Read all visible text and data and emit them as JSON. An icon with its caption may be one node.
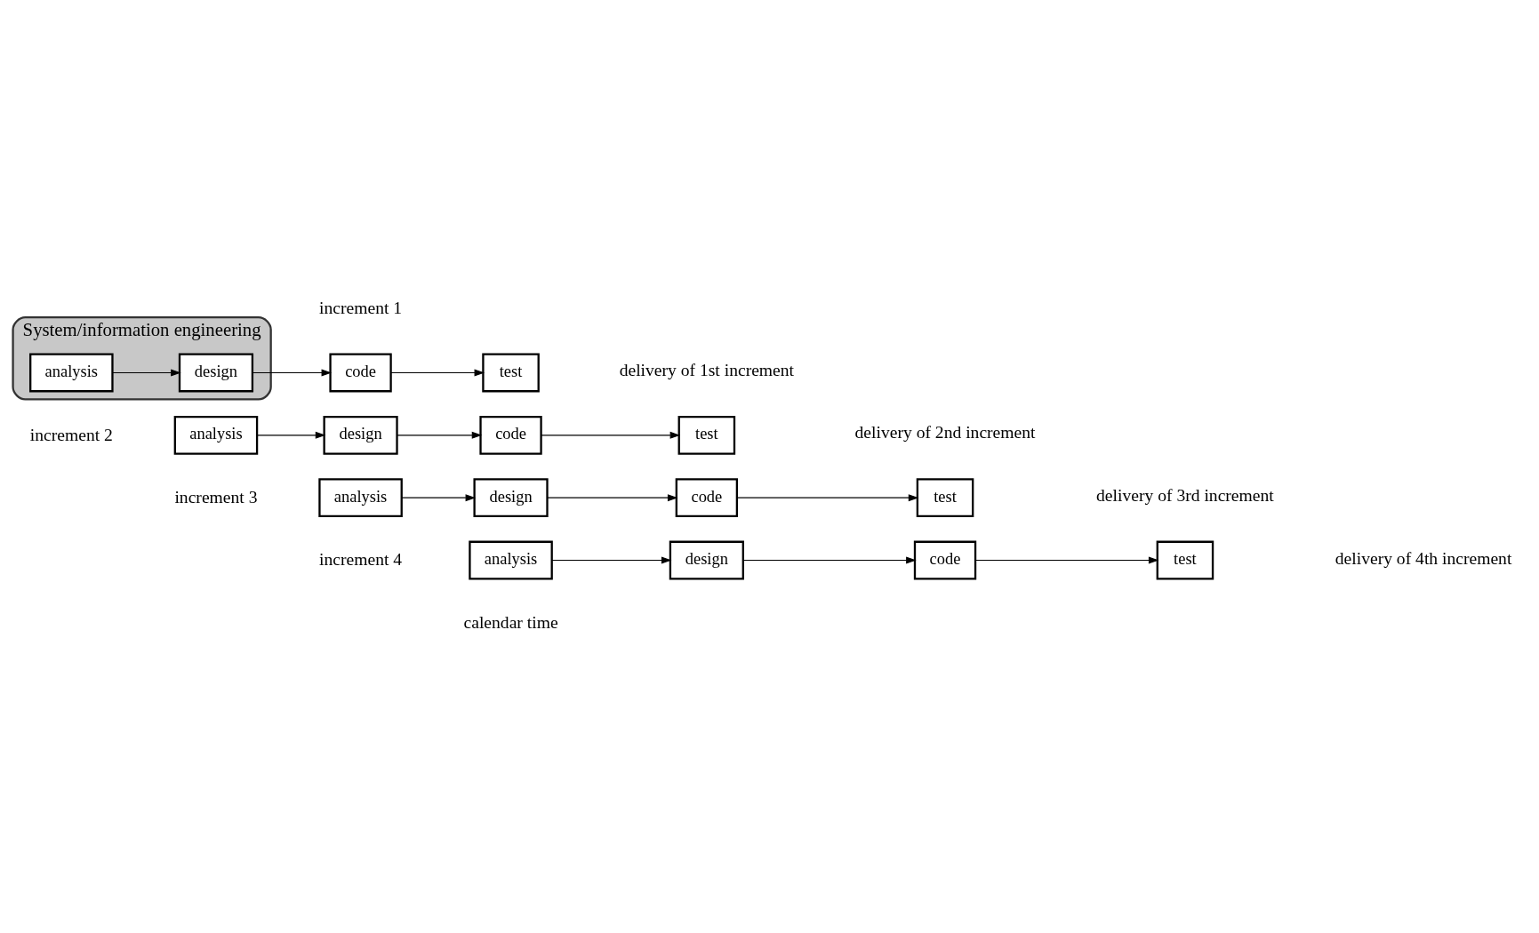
{
  "diagram": {
    "nodes": [
      {
        "text": [
          "System/information engineering"
        ]
      },
      {
        "text": [
          "analysis"
        ],
        "in": 0
      },
      {
        "text": [
          "design"
        ],
        "in": 0
      },
      {
        "text": [
          "code"
        ]
      },
      {
        "text": [
          "test"
        ]
      },
      {
        "text": [
          "analysis"
        ]
      },
      {
        "text": [
          "design"
        ]
      },
      {
        "text": [
          "code"
        ]
      },
      {
        "text": [
          "test"
        ]
      },
      {
        "text": [
          "analysis"
        ]
      },
      {
        "text": [
          "design"
        ]
      },
      {
        "text": [
          "code"
        ]
      },
      {
        "text": [
          "test"
        ]
      },
      {
        "text": [
          "analysis"
        ]
      },
      {
        "text": [
          "design"
        ]
      },
      {
        "text": [
          "code"
        ]
      },
      {
        "text": [
          "test"
        ]
      }
    ],
    "edges": [
      {
        "from": 1,
        "to": 2,
        "arrow": "to"
      },
      {
        "from": 2,
        "to": 3,
        "arrow": "to"
      },
      {
        "from": 3,
        "to": 4,
        "arrow": "to"
      },
      {
        "from": 5,
        "to": 6,
        "arrow": "to"
      },
      {
        "from": 6,
        "to": 7,
        "arrow": "to"
      },
      {
        "from": 7,
        "to": 8,
        "arrow": "to"
      },
      {
        "from": 9,
        "to": 10,
        "arrow": "to"
      },
      {
        "from": 10,
        "to": 11,
        "arrow": "to"
      },
      {
        "from": 11,
        "to": 12,
        "arrow": "to"
      },
      {
        "from": 13,
        "to": 14,
        "arrow": "to"
      },
      {
        "from": 14,
        "to": 15,
        "arrow": "to"
      },
      {
        "from": 15,
        "to": 16,
        "arrow": "to"
      }
    ],
    "labels": [
      "increment 1",
      "delivery of 1st increment",
      "increment 2",
      "delivery of 2nd increment",
      "increment 3",
      "delivery of 3rd increment",
      "increment 4",
      "delivery of 4th increment",
      "calendar time"
    ]
  }
}
